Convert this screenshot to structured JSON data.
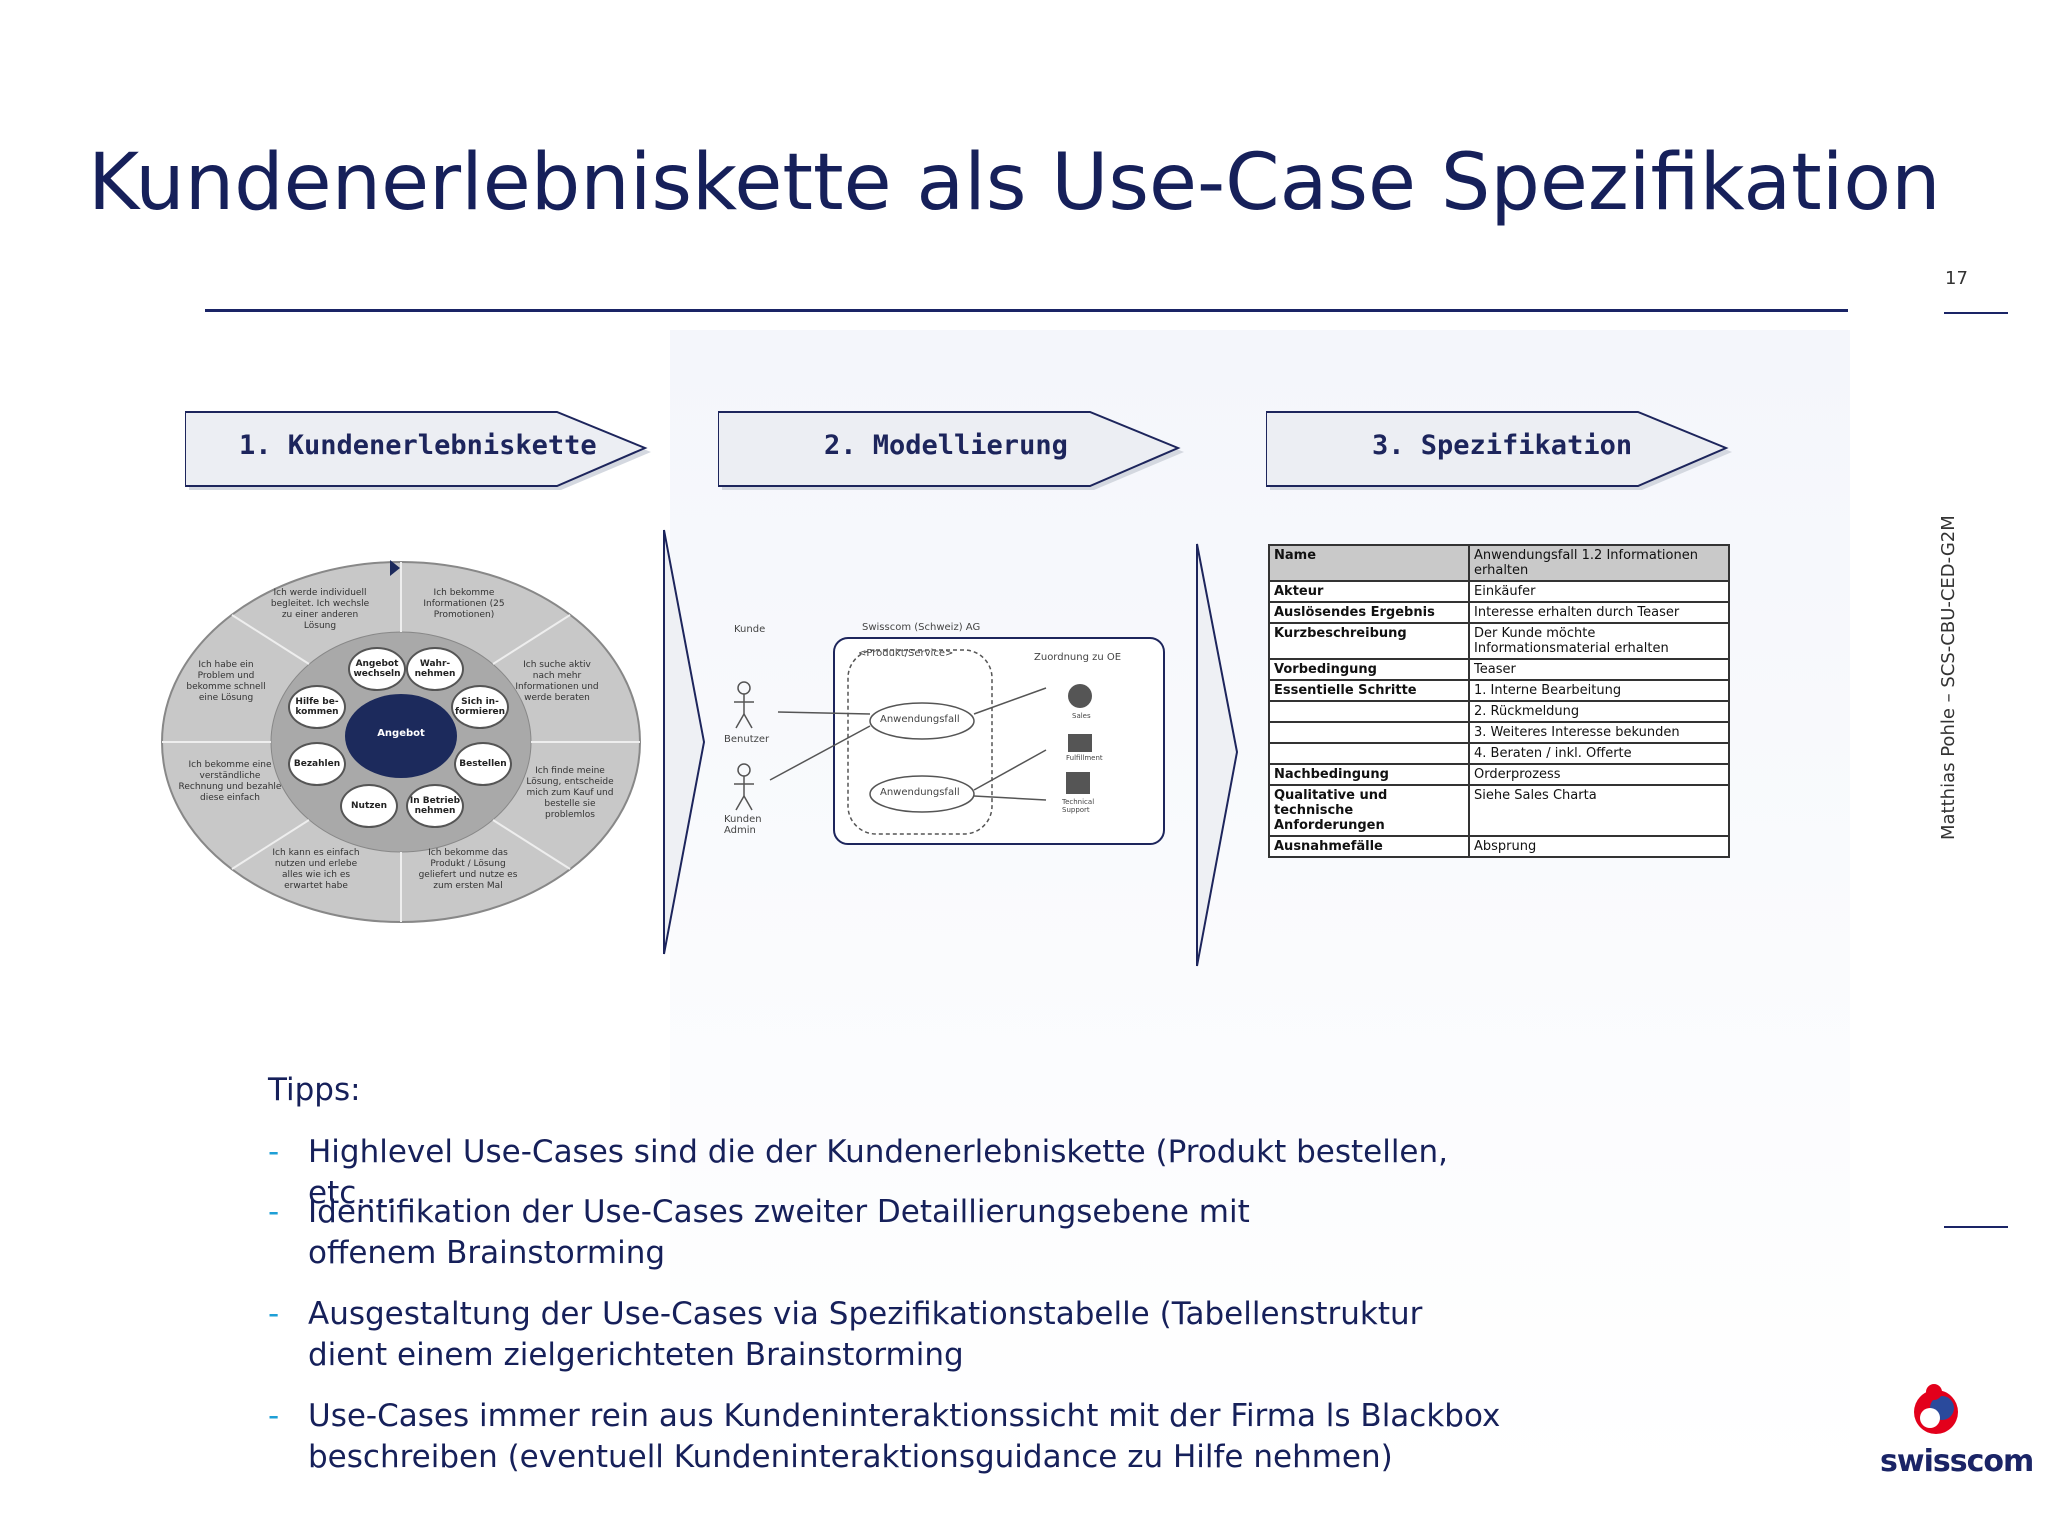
{
  "slide": {
    "title": "Kundenerlebniskette als Use-Case Spezifikation",
    "page_number": "17",
    "author": "Matthias Pohle – SCS-CBU-CED-G2M"
  },
  "steps": [
    {
      "label": "1. Kundenerlebniskette"
    },
    {
      "label": "2. Modellierung"
    },
    {
      "label": "3. Spezifikation"
    }
  ],
  "circle": {
    "center": "Angebot",
    "inner": [
      "Angebot wechseln",
      "Wahr-nehmen",
      "Sich in-formieren",
      "Bestellen",
      "In Betrieb nehmen",
      "Nutzen",
      "Bezahlen",
      "Hilfe be-kommen"
    ],
    "outer": [
      "Ich werde individuell begleitet. Ich wechsle zu einer anderen Lösung",
      "Ich bekomme Informationen (25 Promotionen)",
      "Ich suche aktiv nach mehr Informationen und werde beraten",
      "Ich finde meine Lösung, entscheide mich zum Kauf und bestelle sie problemlos",
      "Ich bekomme das Produkt / Lösung geliefert und nutze es zum ersten Mal",
      "Ich kann es einfach nutzen und erlebe alles wie ich es erwartet habe",
      "Ich bekomme eine verständliche Rechnung und bezahle diese einfach",
      "Ich habe ein Problem und bekomme schnell eine Lösung"
    ]
  },
  "model": {
    "actor_label": "Kunde",
    "system_label": "Swisscom (Schweiz) AG",
    "package_label": "<Produkt/Service>",
    "oe_label": "Zuordnung zu OE",
    "actors": [
      "Benutzer",
      "Kunden Admin"
    ],
    "usecases": [
      "Anwendungsfall",
      "Anwendungsfall"
    ],
    "oe": [
      "Sales",
      "Fulfillment",
      "Technical Support"
    ]
  },
  "spec_table": {
    "header": {
      "key": "Name",
      "value": "Anwendungsfall 1.2 Informationen erhalten"
    },
    "rows": [
      {
        "key": "Akteur",
        "value": "Einkäufer"
      },
      {
        "key": "Auslösendes Ergebnis",
        "value": "Interesse erhalten durch Teaser"
      },
      {
        "key": "Kurzbeschreibung",
        "value": "Der Kunde möchte Informationsmaterial erhalten"
      },
      {
        "key": "Vorbedingung",
        "value": "Teaser"
      }
    ],
    "steps_key": "Essentielle Schritte",
    "steps": [
      {
        "n": "1.",
        "text": "Interne Bearbeitung"
      },
      {
        "n": "2.",
        "text": "Rückmeldung"
      },
      {
        "n": "3.",
        "text": "Weiteres Interesse bekunden"
      },
      {
        "n": "4.",
        "text": "Beraten / inkl. Offerte"
      }
    ],
    "rows_after": [
      {
        "key": "Nachbedingung",
        "value": "Orderprozess"
      },
      {
        "key": "Qualitative und technische Anforderungen",
        "value": "Siehe Sales Charta"
      },
      {
        "key": "Ausnahmefälle",
        "value": "Absprung"
      }
    ]
  },
  "tips": {
    "title": "Tipps:",
    "items": [
      {
        "dash": "-",
        "text": "Highlevel Use-Cases sind die der Kundenerlebniskette (Produkt bestellen, etc...."
      },
      {
        "dash": "-",
        "text": "Identifikation der Use-Cases zweiter Detaillierungsebene mit offenem Brainstorming"
      },
      {
        "dash": "-",
        "text": "Ausgestaltung der Use-Cases via Spezifikationstabelle (Tabellenstruktur dient einem zielgerichteten Brainstorming"
      },
      {
        "dash": "-",
        "text": "Use-Cases immer rein aus Kundeninteraktionssicht mit der Firma ls Blackbox beschreiben (eventuell Kundeninteraktionsguidance zu Hilfe nehmen)"
      }
    ]
  },
  "logo": {
    "text": "swisscom"
  },
  "colors": {
    "navy": "#16205a",
    "accent": "#1e9fd6",
    "logo_red": "#e3001b"
  }
}
